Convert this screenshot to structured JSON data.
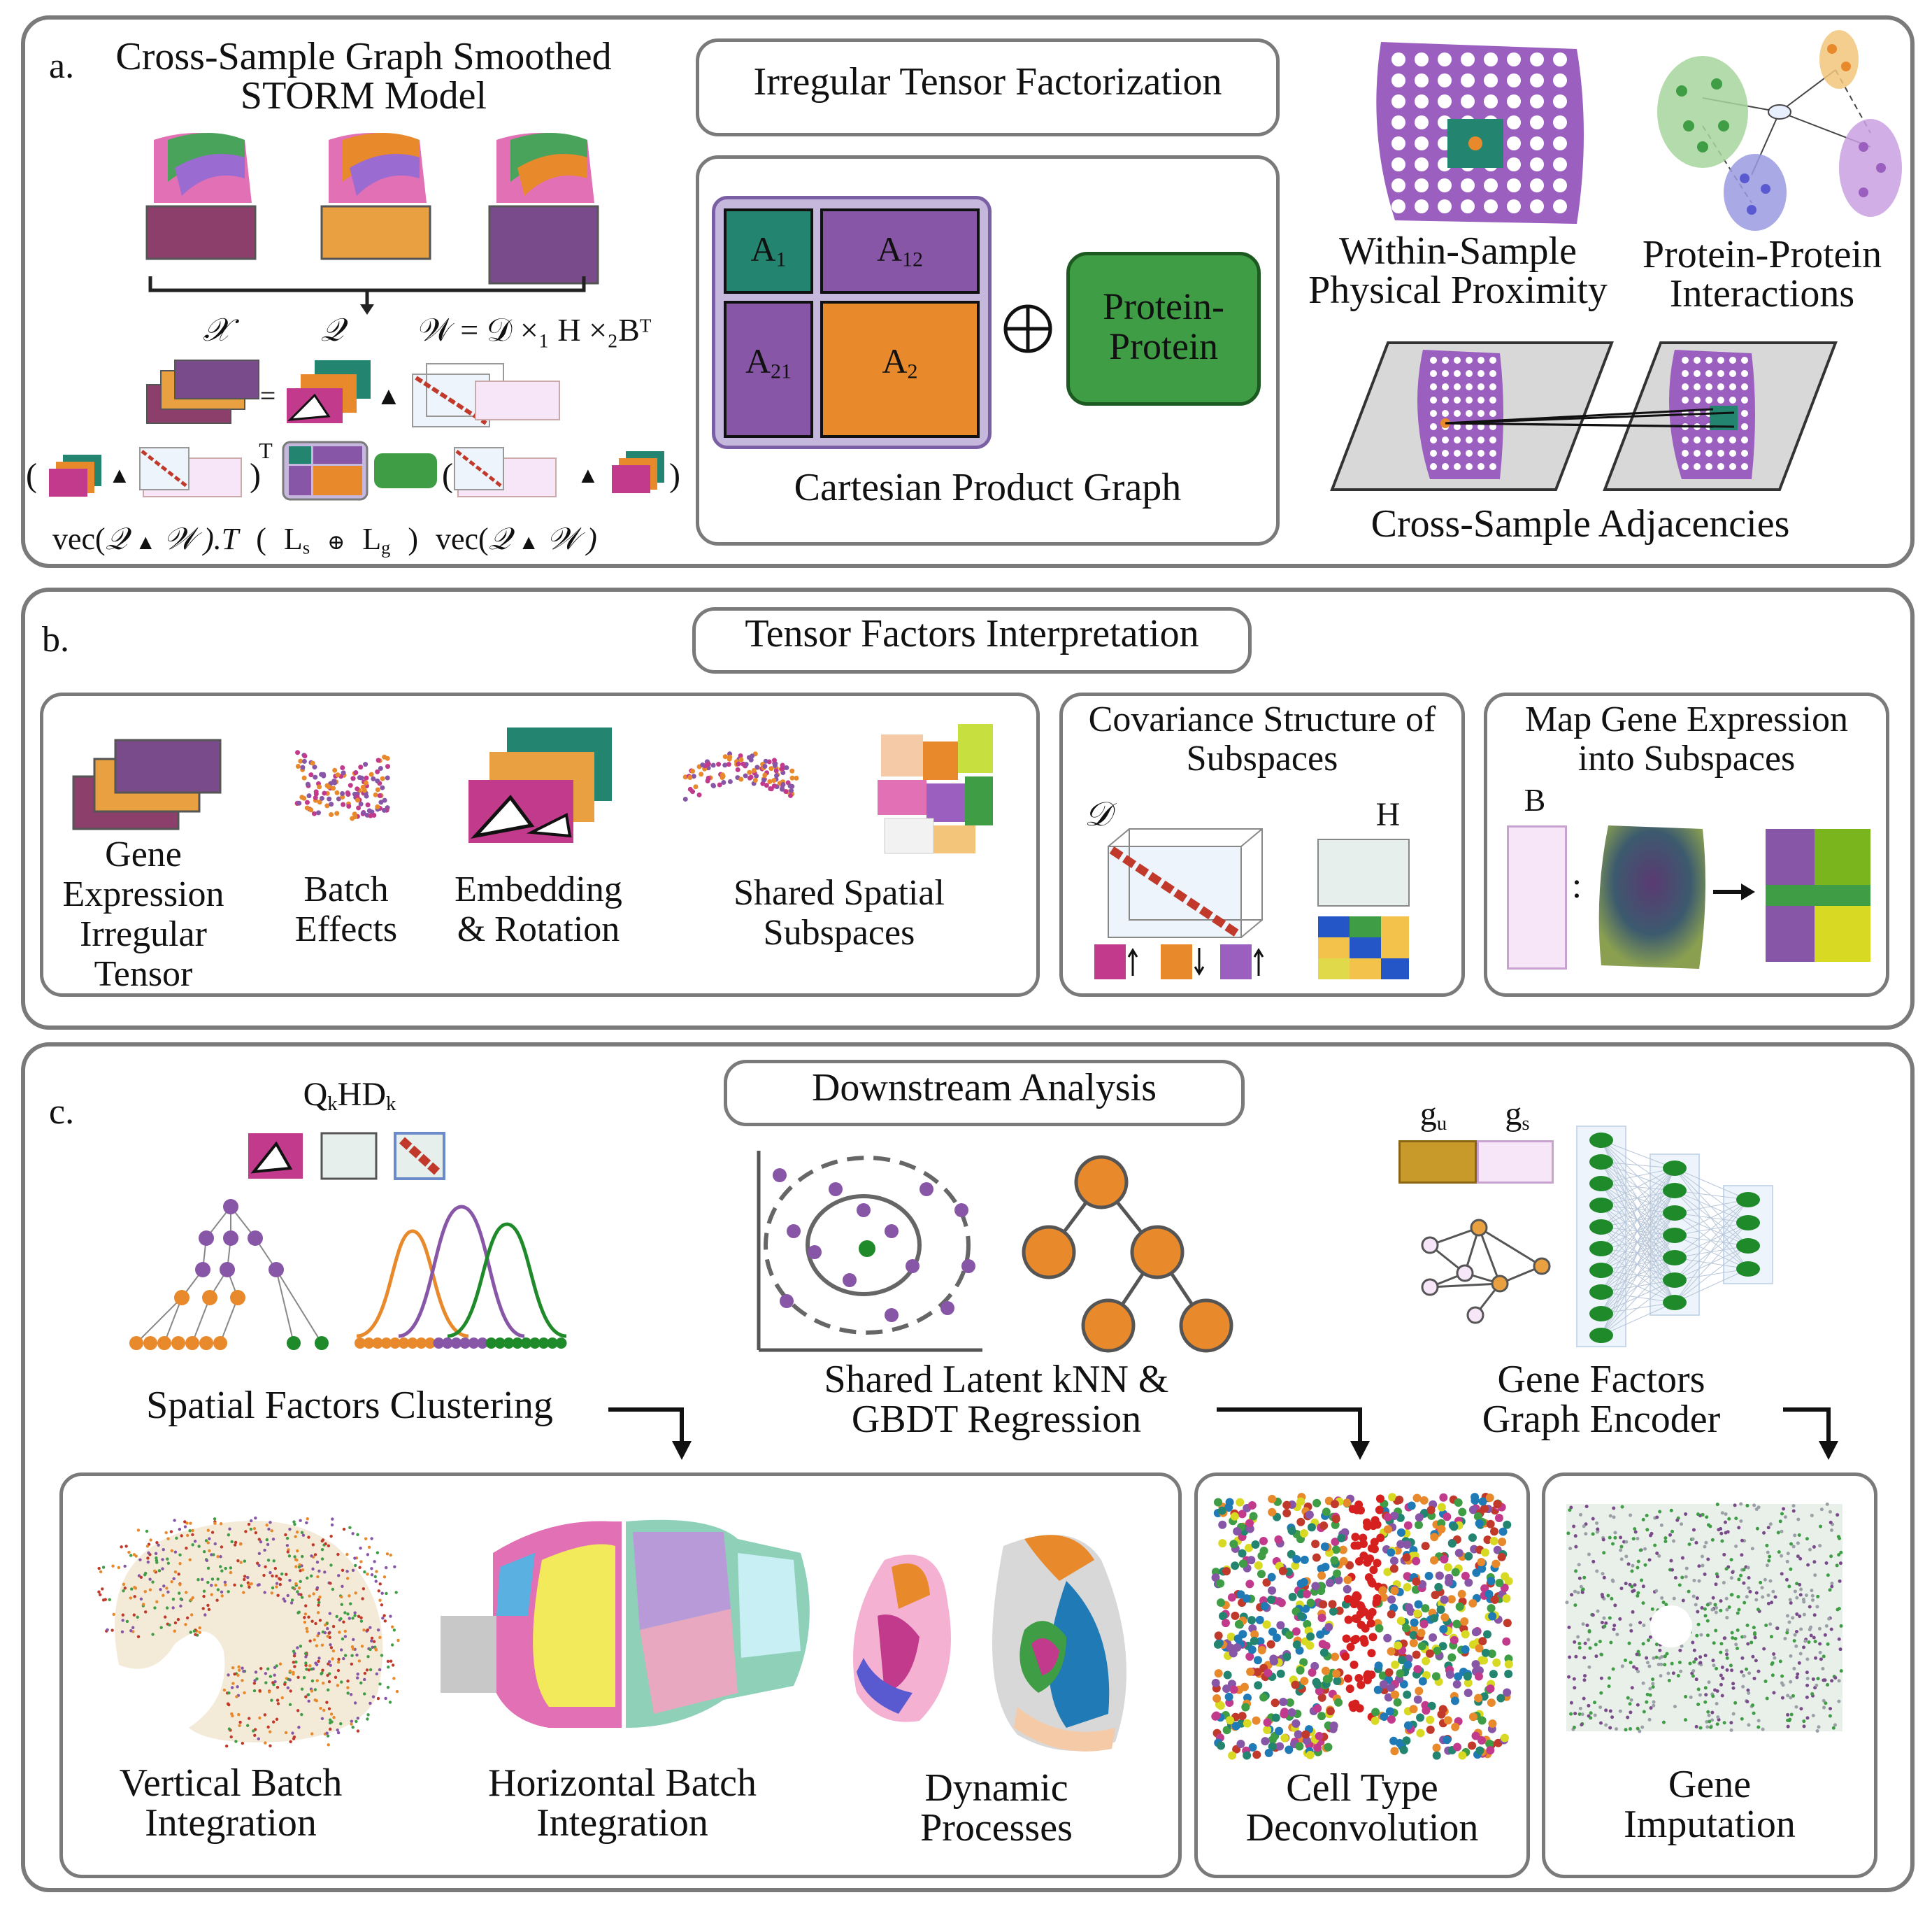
{
  "panel_a": {
    "label": "a.",
    "model_title_1": "Cross-Sample Graph Smoothed",
    "model_title_2": "STORM Model",
    "sym_x": "𝒳",
    "sym_q": "𝒬",
    "w_eq": "𝒲 = 𝒟 ×₁ H ×₂Bᵀ",
    "eq_equals": "=",
    "eq_tri": "▲",
    "eq_T": "T",
    "vec_prefix": "vec(",
    "vec_q": "𝒬",
    "vec_w_T": "𝒲 ).T",
    "paren_open": "(",
    "Ls": "L",
    "Ls_sub": "s",
    "oplus": "⊕",
    "Lg": "L",
    "Lg_sub": "g",
    "paren_close": ")",
    "vec2_prefix": "vec(",
    "vec2_q": "𝒬",
    "vec2_w": "𝒲 )",
    "itf_title": "Irregular Tensor Factorization",
    "A1": "A",
    "A1_sub": "1",
    "A12": "A",
    "A12_sub": "12",
    "A21": "A",
    "A21_sub": "21",
    "A2": "A",
    "A2_sub": "2",
    "protein_box": "Protein-\nProtein",
    "cart_label": "Cartesian Product Graph",
    "within_1": "Within-Sample",
    "within_2": "Physical Proximity",
    "ppi_1": "Protein-Protein",
    "ppi_2": "Interactions",
    "cross_label": "Cross-Sample Adjacencies"
  },
  "panel_b": {
    "label": "b.",
    "title": "Tensor Factors Interpretation",
    "gene_expr_1": "Gene",
    "gene_expr_2": "Expression",
    "gene_expr_3": "Irregular",
    "gene_expr_4": "Tensor",
    "batch_1": "Batch",
    "batch_2": "Effects",
    "embed_1": "Embedding",
    "embed_2": "& Rotation",
    "shared_1": "Shared Spatial",
    "shared_2": "Subspaces",
    "cov_1": "Covariance Structure of",
    "cov_2": "Subspaces",
    "cov_D": "𝒟",
    "cov_H": "H",
    "map_1": "Map Gene Expression",
    "map_2": "into Subspaces",
    "map_B": "B",
    "map_colon": ":"
  },
  "panel_c": {
    "label": "c.",
    "title": "Downstream Analysis",
    "qhd": "Q",
    "qhd_k1": "k",
    "qhd_mid": "HD",
    "qhd_k2": "k",
    "spatial_clust": "Spatial Factors Clustering",
    "knn_1": "Shared Latent kNN &",
    "knn_2": "GBDT Regression",
    "gu": "g",
    "gu_sub": "u",
    "gs": "g",
    "gs_sub": "s",
    "gene_fact_1": "Gene Factors",
    "gene_fact_2": "Graph Encoder",
    "vert_1": "Vertical Batch",
    "vert_2": "Integration",
    "horiz_1": "Horizontal Batch",
    "horiz_2": "Integration",
    "dyn_1": "Dynamic",
    "dyn_2": "Processes",
    "cell_1": "Cell Type",
    "cell_2": "Deconvolution",
    "imp_1": "Gene",
    "imp_2": "Imputation"
  },
  "colors": {
    "teal": "#23856f",
    "purple": "#8856a7",
    "orange": "#e8892b",
    "green": "#3f9d45",
    "magenta": "#c23a8c",
    "panel_border": "#7a7a7a"
  }
}
